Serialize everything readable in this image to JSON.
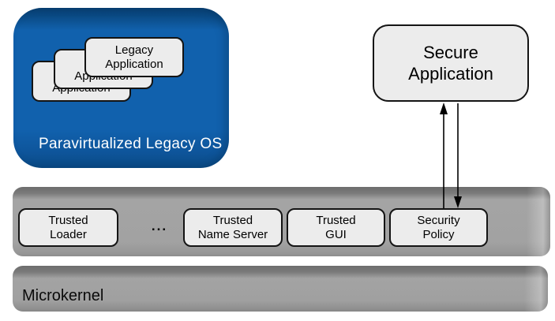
{
  "diagram": {
    "legacy_os": {
      "label": "Paravirtualized Legacy OS",
      "applications": [
        {
          "label": "Legacy\nApplication"
        },
        {
          "label": "Legacy\nApplication"
        },
        {
          "label": "Legacy\nApplication"
        }
      ]
    },
    "secure_application": {
      "label": "Secure\nApplication"
    },
    "services_layer": {
      "items": [
        {
          "label": "Trusted\nLoader"
        },
        {
          "label": "..."
        },
        {
          "label": "Trusted\nName Server"
        },
        {
          "label": "Trusted\nGUI"
        },
        {
          "label": "Security\nPolicy"
        }
      ]
    },
    "kernel_layer": {
      "label": "Microkernel"
    },
    "arrows": {
      "description": "bidirectional link between Secure Application and Security Policy"
    },
    "colors": {
      "legacy_os_fill": "#1161ad",
      "legacy_os_edge": "#083f72",
      "layer_fill": "#a2a2a2",
      "layer_edge": "#6d6d6d",
      "node_fill": "#ececec",
      "node_border": "#141414",
      "os_label_color": "#ffffff",
      "arrow_color": "#000000"
    }
  }
}
